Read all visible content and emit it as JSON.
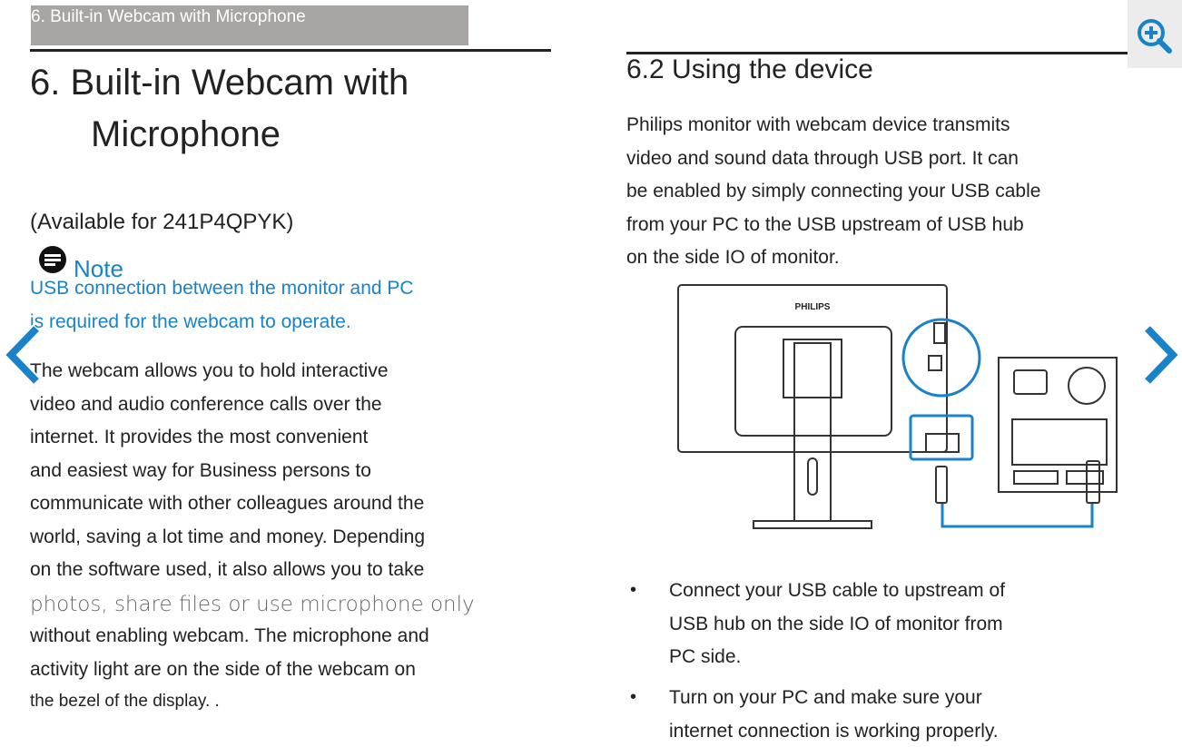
{
  "left_page": {
    "running_header": "6. Built-in Webcam with Microphone",
    "title_line1": "6. Built-in Webcam with",
    "title_line2": "Microphone",
    "availability": "(Available for 241P4QPYK)",
    "note_label": "Note",
    "note_lines": [
      "USB connection between the monitor and PC",
      "is required for the webcam to operate."
    ],
    "body_lines": [
      "The webcam allows you to hold interactive",
      "video and audio conference calls over the",
      "internet. It provides the most convenient",
      "and easiest way for Business persons to",
      "communicate with other colleagues around the",
      "world, saving a lot time and money. Depending",
      "on the software used, it also allows you to take",
      "photos, share files or use microphone only",
      "without enabling webcam. The microphone and",
      "activity light are on the side of the webcam on",
      "the bezel of the display. ."
    ]
  },
  "right_page": {
    "section_title": "6.2 Using the device",
    "intro_lines": [
      "Philips monitor with webcam device transmits",
      "video and sound data through USB port. It can",
      "be enabled by simply connecting your USB cable",
      "from your PC to the USB upstream of USB hub",
      "on the side IO of monitor."
    ],
    "figure_brand": "PHILIPS",
    "bullets": [
      {
        "lines": [
          "Connect your USB cable to upstream of",
          "USB hub on the side IO of monitor from",
          "PC side."
        ]
      },
      {
        "lines": [
          "Turn on your PC and make sure your",
          "internet connection is working properly."
        ]
      }
    ]
  },
  "controls": {
    "prev_icon": "chevron-left-icon",
    "next_icon": "chevron-right-icon",
    "zoom_icon": "zoom-in-icon"
  },
  "colors": {
    "accent": "#1a82c8",
    "header_box": "#a8a4a1"
  }
}
